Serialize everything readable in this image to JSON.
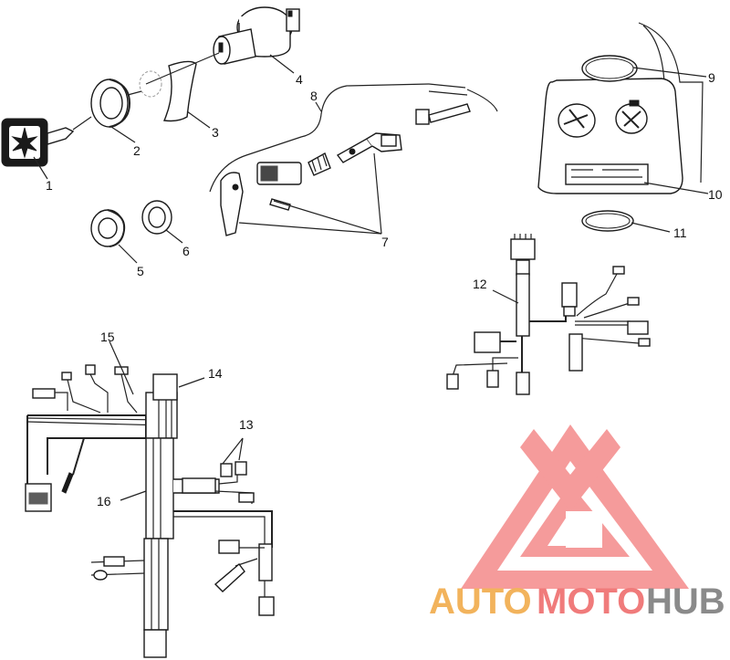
{
  "callouts": [
    {
      "id": "1",
      "text": "1"
    },
    {
      "id": "2",
      "text": "2"
    },
    {
      "id": "3",
      "text": "3"
    },
    {
      "id": "4",
      "text": "4"
    },
    {
      "id": "5",
      "text": "5"
    },
    {
      "id": "6",
      "text": "6"
    },
    {
      "id": "7",
      "text": "7"
    },
    {
      "id": "8",
      "text": "8"
    },
    {
      "id": "9",
      "text": "9"
    },
    {
      "id": "10",
      "text": "10"
    },
    {
      "id": "11",
      "text": "11"
    },
    {
      "id": "12",
      "text": "12"
    },
    {
      "id": "13",
      "text": "13"
    },
    {
      "id": "14",
      "text": "14"
    },
    {
      "id": "15",
      "text": "15"
    },
    {
      "id": "16",
      "text": "16"
    }
  ],
  "watermark": {
    "part1": "AUTO",
    "part2": "MOTO",
    "part3": "HUB",
    "colors": {
      "auto": "#f2b35c",
      "moto": "#f07b7b",
      "hub": "#8a8a8a",
      "logo": "#f07b7b"
    }
  }
}
